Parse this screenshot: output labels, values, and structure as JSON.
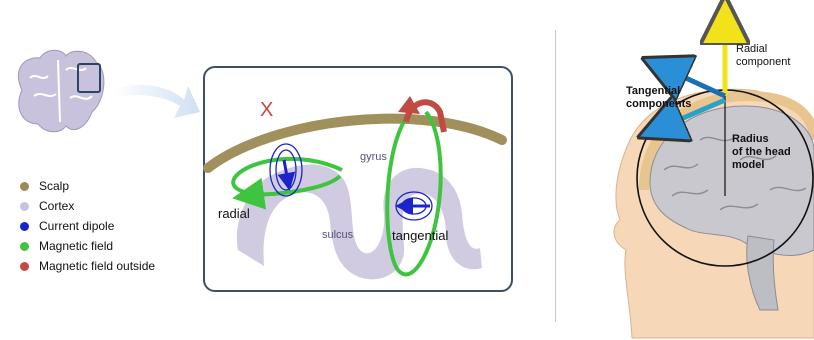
{
  "legend": {
    "items": [
      {
        "label": "Scalp",
        "color": "#9a8a5a"
      },
      {
        "label": "Cortex",
        "color": "#c9c2dc"
      },
      {
        "label": "Current dipole",
        "color": "#1a24c8"
      },
      {
        "label": "Magnetic field",
        "color": "#3fc43f"
      },
      {
        "label": "Magnetic field outside",
        "color": "#c04a44"
      }
    ]
  },
  "diagram": {
    "x_mark": "X",
    "gyrus": "gyrus",
    "sulcus": "sulcus",
    "radial": "radial",
    "tangential": "tangential"
  },
  "head_model": {
    "radial_component": [
      "Radial",
      "component"
    ],
    "tangential_components": [
      "Tangential",
      "components"
    ],
    "radius_label": [
      "Radius",
      "of the head",
      "model"
    ]
  },
  "colors": {
    "scalp": "#9a8a5a",
    "cortex": "#c9c2dc",
    "dipole": "#1a24c8",
    "field": "#3fc43f",
    "field_outside": "#c04a44",
    "panel_border": "#3b4f69",
    "radial_arrow": "#f2e21a",
    "tangential_arrow_1": "#2a8fd6",
    "tangential_arrow_2": "#2aa1c9"
  }
}
